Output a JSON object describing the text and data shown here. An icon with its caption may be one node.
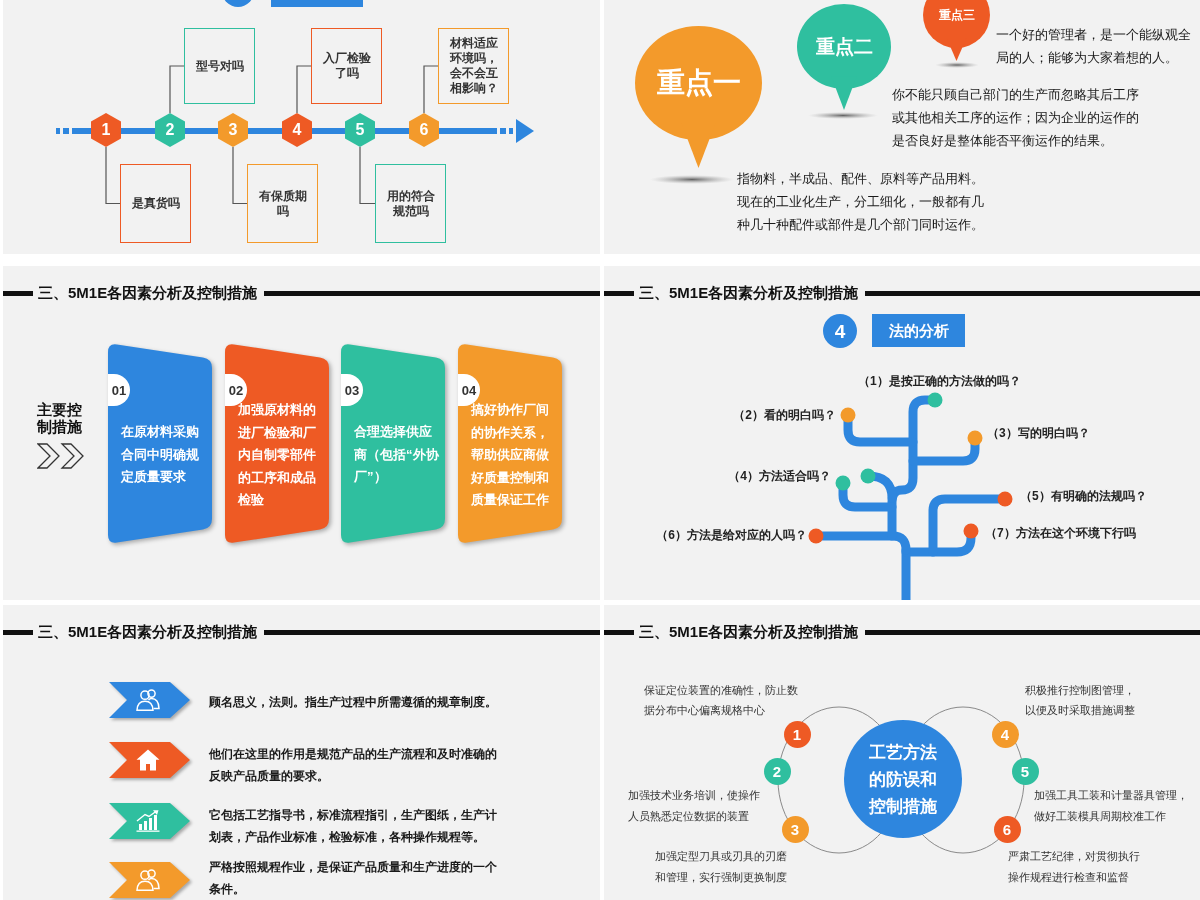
{
  "diagram": {
    "nodes": [
      {
        "text": [],
        "shape": "box"
      },
      {
        "text": [
          "1"
        ],
        "in": 0
      },
      {
        "text": [
          "2"
        ],
        "in": 0
      },
      {
        "text": [
          "3"
        ],
        "in": 0
      },
      {
        "text": [
          "4"
        ],
        "in": 0
      },
      {
        "text": [
          "5"
        ],
        "in": 0
      },
      {
        "text": [
          "6"
        ],
        "in": 0
      },
      {
        "text": [
          "是真货吗"
        ],
        "in": 0
      },
      {
        "text": [
          "型号对吗"
        ],
        "in": 0
      },
      {
        "text": [
          "有保质期吗"
        ],
        "in": 0
      },
      {
        "text": [
          "入厂检验了吗"
        ],
        "in": 0
      },
      {
        "text": [
          "用的符合规范吗"
        ],
        "in": 0
      },
      {
        "text": [
          "材料适应环境吗，会不会互相影响？"
        ],
        "in": 0
      },
      {
        "text": [],
        "shape": "box"
      },
      {
        "text": [
          "重点一"
        ],
        "in": 13,
        "beside": [
          "指物料，半成品、配件、原料等产品用料。现在的工业化生产，分工细化，一般都有几种几十种配件或部件是几个部门同时运作。"
        ]
      },
      {
        "text": [
          "重点二"
        ],
        "in": 13,
        "beside": [
          "你不能只顾自己部门的生产而忽略其后工序或其他相关工序的运作；因为企业的运作的是否良好是整体能否平衡运作的结果。"
        ]
      },
      {
        "text": [
          "重点三"
        ],
        "in": 13,
        "beside": [
          "一个好的管理者，是一个能纵观全局的人；能够为大家着想的人。"
        ]
      },
      {
        "text": [
          "三、5M1E各因素分析及控制措施"
        ]
      },
      {
        "text": [
          "01",
          "在原材料采购合同中明确规定质量要求"
        ],
        "in": 17
      },
      {
        "text": [
          "02",
          "加强原材料的进厂检验和厂内自制零部件的工序和成品检验"
        ],
        "in": 17
      },
      {
        "text": [
          "03",
          "合理选择供应商（包括“外协厂”）"
        ],
        "in": 17
      },
      {
        "text": [
          "04",
          "搞好协作厂间的协作关系，帮助供应商做好质量控制和质量保证工作"
        ],
        "in": 17
      },
      {
        "text": [
          "三、5M1E各因素分析及控制措施"
        ]
      },
      {
        "text": [
          "4"
        ],
        "in": 22
      },
      {
        "text": [
          "法的分析"
        ],
        "in": 22
      },
      {
        "text": [
          "三、5M1E各因素分析及控制措施"
        ]
      },
      {
        "text": [],
        "shape": "chevron",
        "in": 25,
        "beside": [
          "顾名思义，法则。指生产过程中所需遵循的规章制度。"
        ]
      },
      {
        "text": [],
        "shape": "chevron",
        "in": 25,
        "beside": [
          "他们在这里的作用是规范产品的生产流程和及时准确的反映产品质量的要求。"
        ]
      },
      {
        "text": [],
        "shape": "chevron",
        "in": 25,
        "beside": [
          "它包括工艺指导书，标准流程指引，生产图纸，生产计划表，产品作业标准，检验标准，各种操作规程等。"
        ]
      },
      {
        "text": [],
        "shape": "chevron",
        "in": 25,
        "beside": [
          "严格按照规程作业，是保证产品质量和生产进度的一个条件。"
        ]
      },
      {
        "text": [
          "三、5M1E各因素分析及控制措施"
        ]
      },
      {
        "text": [
          "工艺方法的防误和控制措施"
        ],
        "in": 30
      },
      {
        "text": [
          "1"
        ],
        "in": 30,
        "beside": [
          "保证定位装置的准确性，防止数据分布中心偏离规格中心"
        ]
      },
      {
        "text": [
          "2"
        ],
        "in": 30,
        "beside": [
          "加强技术业务培训，使操作人员熟悉定位数据的装置"
        ]
      },
      {
        "text": [
          "3"
        ],
        "in": 30,
        "beside": [
          "加强定型刀具或刃具的刃磨和管理，实行强制更换制度"
        ]
      },
      {
        "text": [
          "4"
        ],
        "in": 30,
        "beside": [
          "积极推行控制图管理，以便及时采取措施调整"
        ]
      },
      {
        "text": [
          "5"
        ],
        "in": 30,
        "beside": [
          "加强工具工装和计量器具管理，做好工装模具周期校准工作"
        ]
      },
      {
        "text": [
          "6"
        ],
        "in": 30,
        "beside": [
          "严肃工艺纪律，对贯彻执行操作规程进行检查和监督"
        ]
      }
    ],
    "edges": [
      {
        "from": 1,
        "to": 7,
        "arrow": "none"
      },
      {
        "from": 2,
        "to": 8,
        "arrow": "none"
      },
      {
        "from": 3,
        "to": 9,
        "arrow": "none"
      },
      {
        "from": 4,
        "to": 10,
        "arrow": "none"
      },
      {
        "from": 5,
        "to": 11,
        "arrow": "none"
      },
      {
        "from": 6,
        "to": 12,
        "arrow": "none"
      }
    ],
    "labels": [
      "主要控制措施",
      "（1）是按正确的方法做的吗？",
      "（2）看的明白吗？",
      "（3）写的明白吗？",
      "（4）方法适合吗？",
      "（5）有明确的法规吗？",
      "（6）方法是给对应的人吗？",
      "（7）方法在这个环境下行吗"
    ]
  }
}
